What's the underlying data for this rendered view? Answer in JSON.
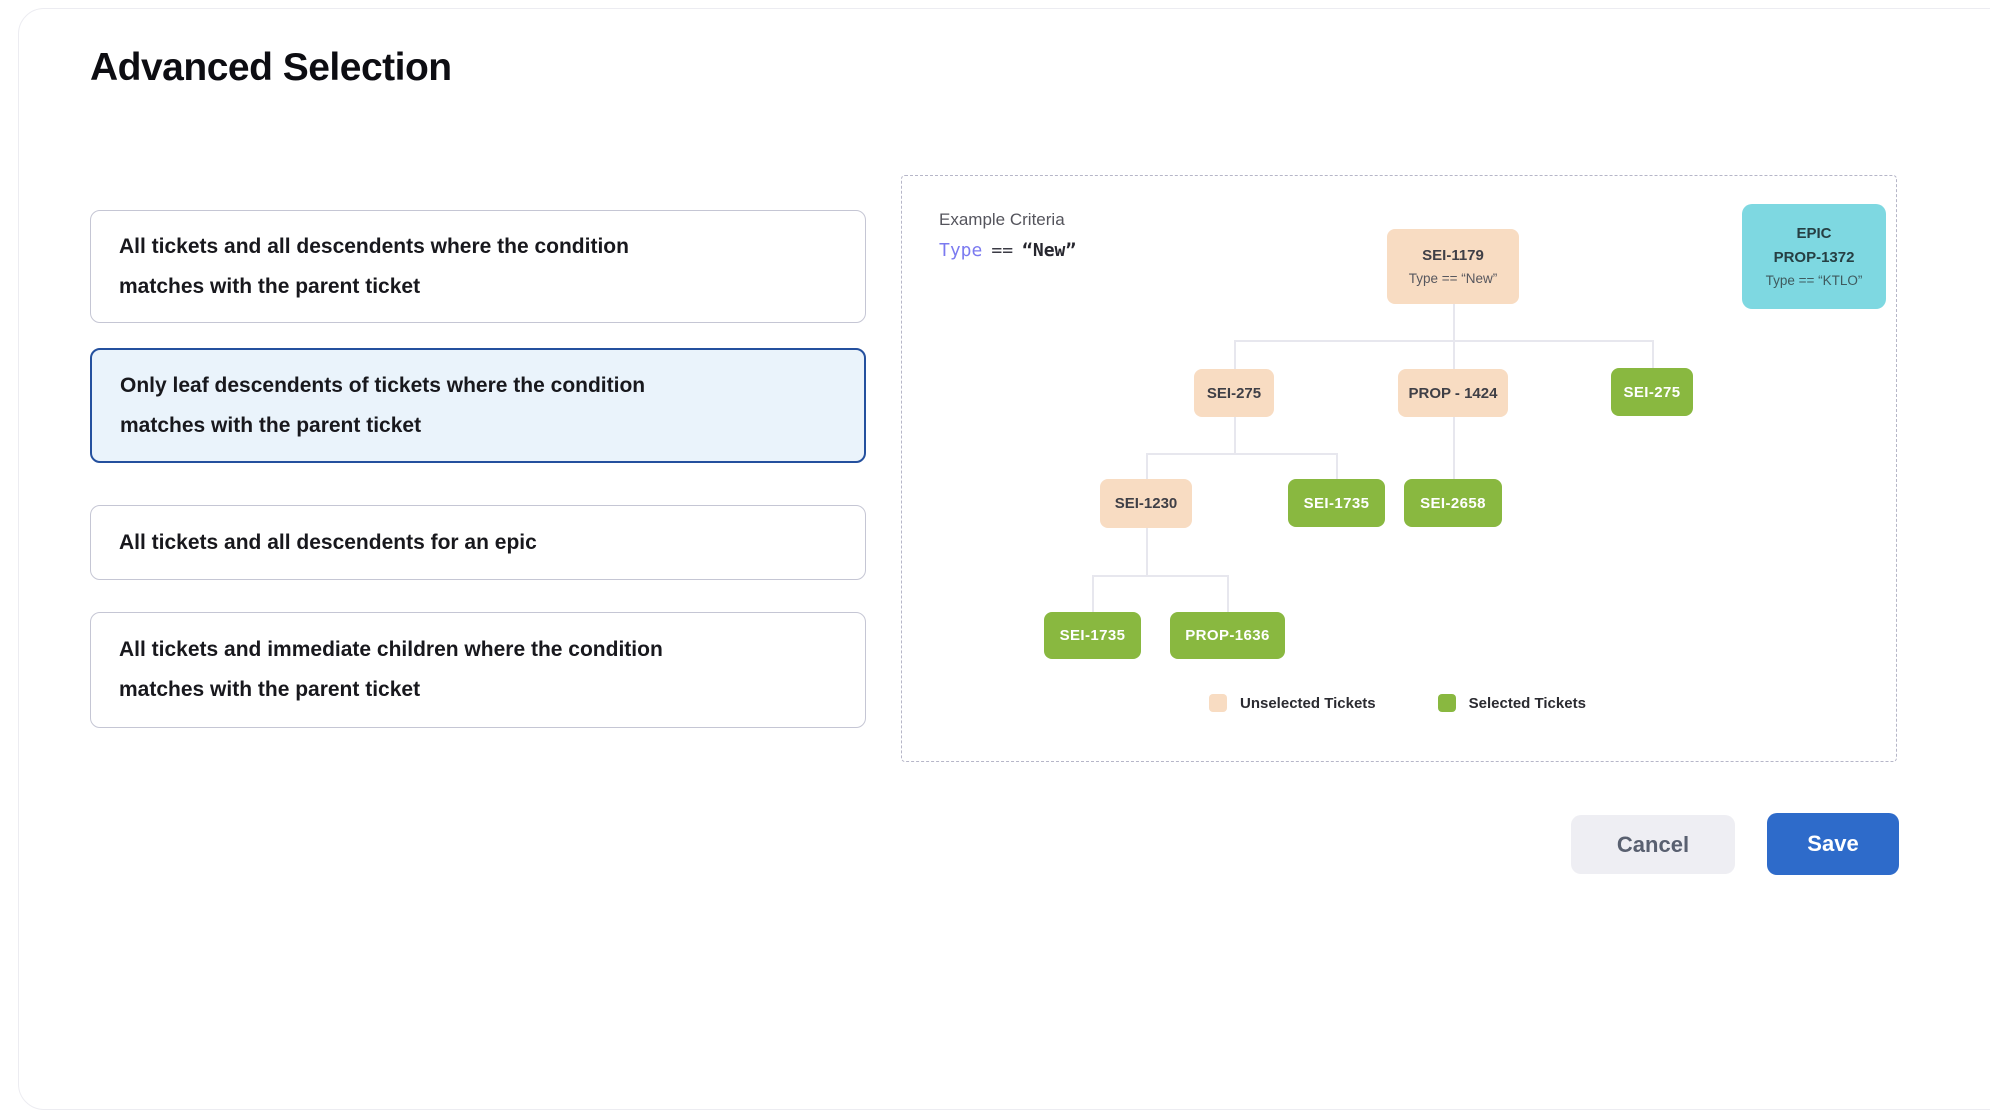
{
  "title": "Advanced Selection",
  "options": [
    {
      "label": "All tickets and all descendents where the condition\nmatches with the parent ticket",
      "selected": false
    },
    {
      "label": "Only leaf descendents of tickets where the condition\nmatches with the parent ticket",
      "selected": true
    },
    {
      "label": "All tickets and all descendents for an epic",
      "selected": false
    },
    {
      "label": "All tickets and immediate children where the condition\nmatches with the parent ticket",
      "selected": false
    }
  ],
  "example": {
    "heading": "Example Criteria",
    "criteria": {
      "field": "Type",
      "operator": "==",
      "value": "“New”"
    }
  },
  "tree": {
    "root": {
      "label": "SEI-1179",
      "criteria": "Type == “New”",
      "state": "unselected"
    },
    "l2_left": {
      "label": "SEI-275",
      "state": "unselected"
    },
    "l2_mid": {
      "label": "PROP - 1424",
      "state": "unselected"
    },
    "l2_right": {
      "label": "SEI-275",
      "state": "selected"
    },
    "l3_left": {
      "label": "SEI-1230",
      "state": "unselected"
    },
    "l3_mid": {
      "label": "SEI-1735",
      "state": "selected"
    },
    "l3_right": {
      "label": "SEI-2658",
      "state": "selected"
    },
    "l4_left": {
      "label": "SEI-1735",
      "state": "selected"
    },
    "l4_right": {
      "label": "PROP-1636",
      "state": "selected"
    }
  },
  "epic_card": {
    "type_label": "EPIC",
    "id": "PROP-1372",
    "criteria": "Type == “KTLO”"
  },
  "legend": {
    "unselected": {
      "label": "Unselected Tickets",
      "color": "#f8dcc2"
    },
    "selected": {
      "label": "Selected Tickets",
      "color": "#89b840"
    }
  },
  "actions": {
    "cancel": "Cancel",
    "save": "Save"
  },
  "colors": {
    "accent_blue": "#2e6bca",
    "selected_card_border": "#24509e",
    "selected_card_bg": "#eaf3fb",
    "unselected_ticket": "#f8dcc2",
    "selected_ticket": "#89b840",
    "epic_ticket": "#7ed8e1",
    "criteria_field": "#7b7af0"
  }
}
